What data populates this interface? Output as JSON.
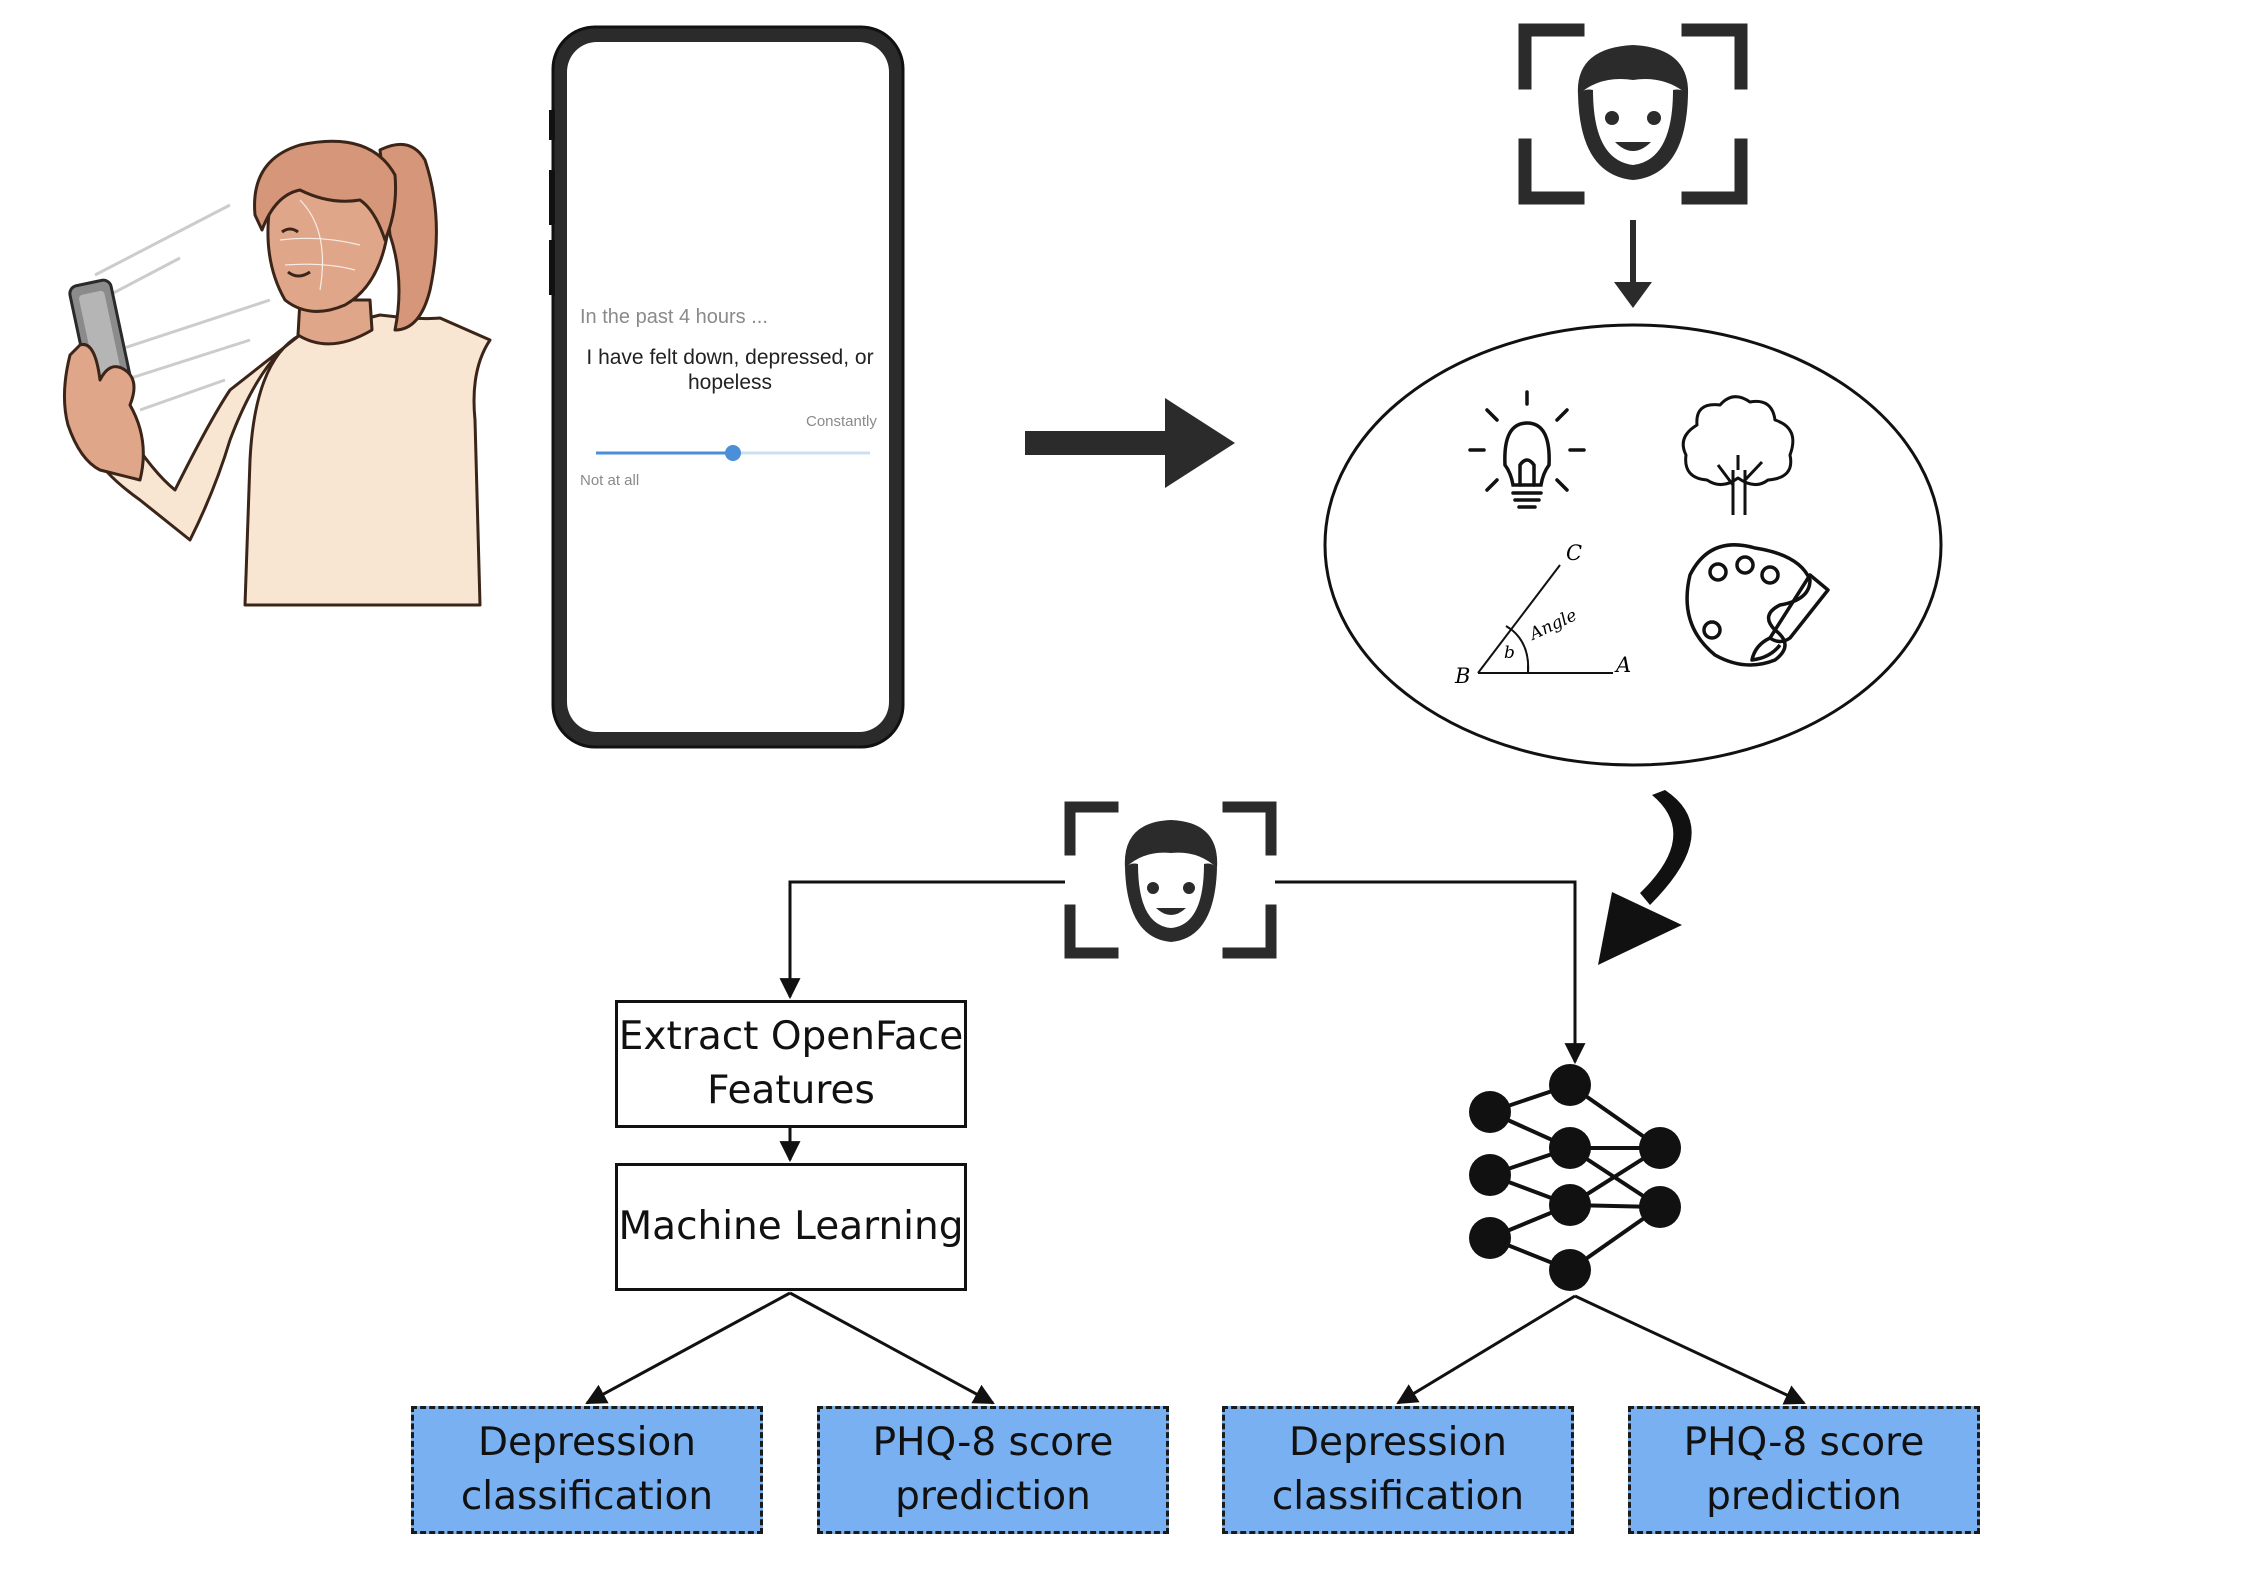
{
  "phone_survey": {
    "header": "In the past 4 hours ...",
    "question": "I have felt down, depressed, or hopeless",
    "scale_max_label": "Constantly",
    "scale_min_label": "Not at all",
    "slider_fraction": 0.5
  },
  "feature_icons": {
    "angle_label": "Angle",
    "vertex_a": "A",
    "vertex_b": "B",
    "vertex_c": "C",
    "angle_symbol": "b"
  },
  "pipeline": {
    "feature_box": "Extract OpenFace Features",
    "ml_box": "Machine Learning"
  },
  "outputs": [
    {
      "label": "Depression classification"
    },
    {
      "label": "PHQ-8 score prediction"
    },
    {
      "label": "Depression classification"
    },
    {
      "label": "PHQ-8 score prediction"
    }
  ],
  "colors": {
    "output_fill": "#79b0f1",
    "slider": "#4a8fd8",
    "skin": "#e0a689",
    "hair": "#d5967a",
    "sweater": "#f8e6d3"
  }
}
